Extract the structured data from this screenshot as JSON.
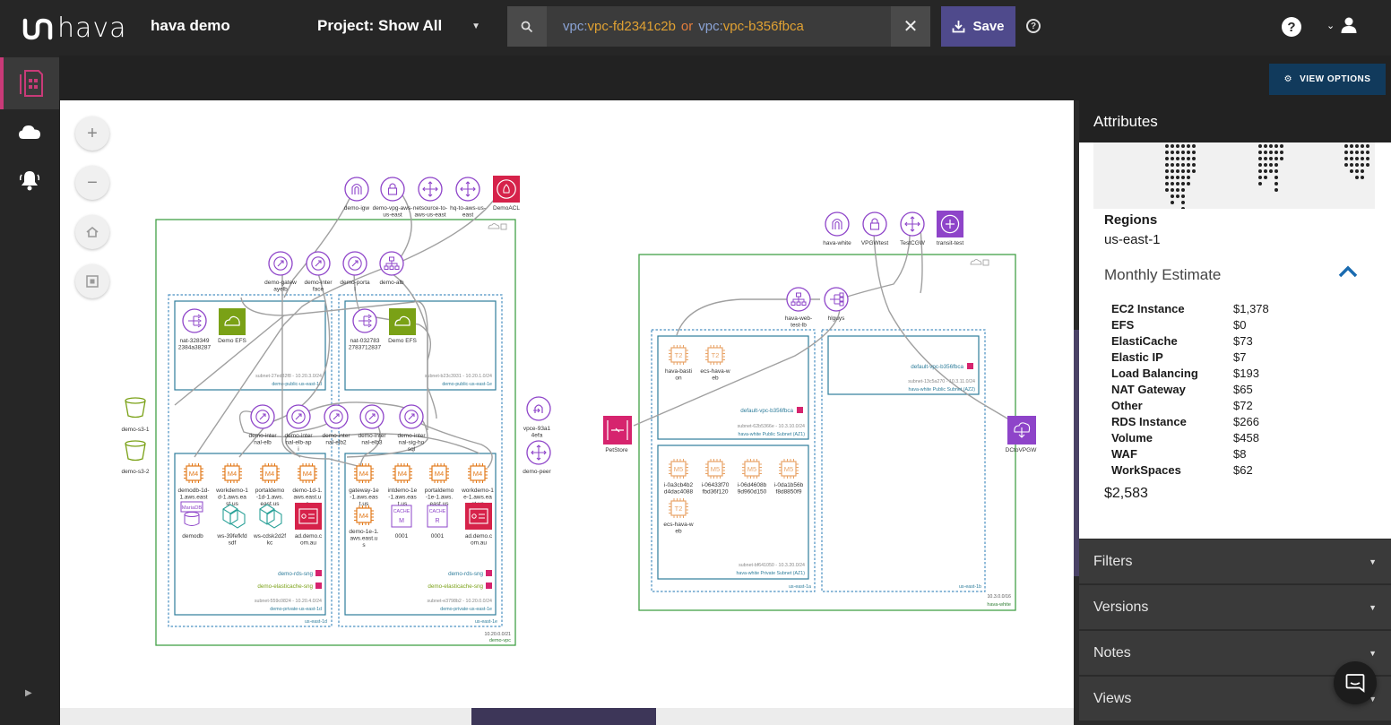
{
  "app": {
    "logo_text": "hava",
    "workspace": "hava demo",
    "project_label": "Project: Show All",
    "search": {
      "key1": "vpc:",
      "val1": "vpc-fd2341c2b",
      "operator": "or",
      "key2": "vpc:",
      "val2": "vpc-b356fbca"
    },
    "save_label": "Save",
    "view_options_label": "VIEW OPTIONS"
  },
  "panel": {
    "title": "Attributes",
    "regions_label": "Regions",
    "region_value": "us-east-1",
    "estimate_title": "Monthly Estimate",
    "costs": [
      {
        "service": "EC2 Instance",
        "amount": "$1,378"
      },
      {
        "service": "EFS",
        "amount": "$0"
      },
      {
        "service": "ElastiCache",
        "amount": "$73"
      },
      {
        "service": "Elastic IP",
        "amount": "$7"
      },
      {
        "service": "Load Balancing",
        "amount": "$193"
      },
      {
        "service": "NAT Gateway",
        "amount": "$65"
      },
      {
        "service": "Other",
        "amount": "$72"
      },
      {
        "service": "RDS Instance",
        "amount": "$266"
      },
      {
        "service": "Volume",
        "amount": "$458"
      },
      {
        "service": "WAF",
        "amount": "$8"
      },
      {
        "service": "WorkSpaces",
        "amount": "$62"
      }
    ],
    "total": "$2,583",
    "sections": [
      "Filters",
      "Versions",
      "Notes",
      "Views"
    ]
  },
  "diagram": {
    "colors": {
      "vpc": "#43a047",
      "subnet": "#2e7d9b",
      "az": "#4a90c2",
      "purple": "#8e44c9",
      "orange": "#e27a1b",
      "green": "#7aa116",
      "red": "#d6224a",
      "pink": "#d6246e",
      "bucket": "#7aa116",
      "conn": "#a0a0a0"
    },
    "vpc1": {
      "label": "demo-vpc",
      "cidr": "10.20.0.0/21"
    },
    "vpc2": {
      "label": "hava-white",
      "cidr": "10.3.0.0/16"
    },
    "vpc1_top": [
      "demo-igw",
      "demo-vpg-aws-us-east",
      "netsource-to-aws-us-east",
      "hq-to-aws-us-east",
      "DemoACL"
    ],
    "vpc1_elbs": [
      "demo-gatewayelb",
      "demo-interface",
      "demo-portal",
      "demo-alb"
    ],
    "public_1d": {
      "nat": "nat-3283492384a38287",
      "efs": "Demo EFS",
      "subnet": "subnet-27ed82f8 - 10.20.3.0/24",
      "name": "demo-public-us-east-1d"
    },
    "public_1e": {
      "nat": "nat-0327832783712837",
      "efs": "Demo EFS",
      "subnet": "subnet-b23c3931 - 10.20.1.0/24",
      "name": "demo-public-us-east-1e"
    },
    "internal_elbs": [
      "demo-internal-elb",
      "demo-internal-elb-api",
      "demo-internal-elb2",
      "demo-internal-elb3",
      "demo-internal-sig-hosql"
    ],
    "private_1d": {
      "instances": [
        "demodb-1d-1.aws.east.us",
        "workdemo-1d-1.aws.east.us",
        "portaldemo-1d-1.aws.east.us",
        "demo-1d-1.aws.east.us"
      ],
      "extras": [
        "demodb",
        "ws-39fefkfdsdf",
        "ws-cdsk2d2fkc",
        "ad.demo.com.au"
      ],
      "rds": "demo-rds-sng",
      "cache": "demo-elasticache-sng",
      "subnet": "subnet-559c0824 - 10.20.4.0/24",
      "name": "demo-private-us-east-1d"
    },
    "private_1e": {
      "instances": [
        "gateway-1e-1.aws.east.us",
        "intdemo-1e-1.aws.east.us",
        "portaldemo-1e-1.aws.east.us",
        "workdemo-1e-1.aws.east.us"
      ],
      "extras": [
        "demo-1e-1.aws.east.us",
        "0001",
        "0001",
        "ad.demo.com.au"
      ],
      "rds": "demo-rds-sng",
      "cache": "demo-elasticache-sng",
      "subnet": "subnet-e3798b2 - 10.20.0.0/24",
      "name": "demo-private-us-east-1e"
    },
    "az_1d": "us-east-1d",
    "az_1e": "us-east-1e",
    "buckets": [
      "demo-s3-1",
      "demo-s3-2"
    ],
    "vpce": "vpce-93a14efa",
    "peer": "demo-peer",
    "petstore": "PetStore",
    "dcvpgw": "DCtoVPGW",
    "vpc2_top": [
      "hava-white",
      "VPGWtest",
      "TestCGW",
      "transit-test"
    ],
    "vpc2_elbs": [
      "hava-web-test-lb",
      "hlguys"
    ],
    "white_public_a": {
      "instances": [
        "hava-bastion",
        "ecs-hava-web"
      ],
      "sg": "default-vpc-b356fbca",
      "subnet": "subnet-62b5366e - 10.3.10.0/24",
      "name": "hava-white Public Subnet (AZ1)"
    },
    "white_public_b": {
      "sg": "default-vpc-b356fbca",
      "subnet": "subnet-13c5a270 - 10.3.11.0/24",
      "name": "hava-white Public Subnet (AZ2)"
    },
    "white_private_a": {
      "instances": [
        "i-0a3cb4b2d4dac4088",
        "i-06433f70fbd36f120",
        "i-06d4608b9d960d150",
        "i-0da1b56bf8d8850f9",
        "ecs-hava-web"
      ],
      "subnet": "subnet-bf641050 - 10.3.20.0/24",
      "name": "hava-white Private Subnet (AZ1)"
    },
    "az_a": "us-east-1a",
    "az_b": "us-east-1b",
    "chip": {
      "M4": "M4",
      "T2": "T2",
      "M5": "M5",
      "cache": "CACHE",
      "M": "M",
      "R": "R",
      "maria": "MariaDB"
    }
  }
}
